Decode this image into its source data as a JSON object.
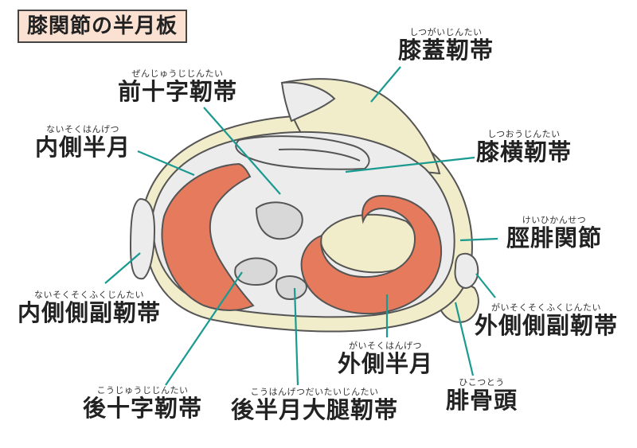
{
  "title": "膝関節の半月板",
  "colors": {
    "leader": "#1a9a90",
    "meniscus": "#e57a5c",
    "bone": "#f1ecc9",
    "cartilage": "#ececec",
    "outline": "#555555"
  },
  "labels": {
    "patellar_ligament": {
      "ruby": "しつがいじんたい",
      "text": "膝蓋靭帯"
    },
    "acl": {
      "ruby": "ぜんじゅうじじんたい",
      "text": "前十字靭帯"
    },
    "medial_meniscus": {
      "ruby": "ないそくはんげつ",
      "text": "内側半月"
    },
    "transverse_ligament": {
      "ruby": "しつおうじんたい",
      "text": "膝横靭帯"
    },
    "tibiofibular_joint": {
      "ruby": "けいひかんせつ",
      "text": "脛腓関節"
    },
    "mcl": {
      "ruby": "ないそくそくふくじんたい",
      "text": "内側側副靭帯"
    },
    "lcl": {
      "ruby": "がいそくそくふくじんたい",
      "text": "外側側副靭帯"
    },
    "lateral_meniscus": {
      "ruby": "がいそくはんげつ",
      "text": "外側半月"
    },
    "pcl": {
      "ruby": "こうじゅうじじんたい",
      "text": "後十字靭帯"
    },
    "posterior_meniscofemoral": {
      "ruby": "こうはんげつだいたいじんたい",
      "text": "後半月大腿靭帯"
    },
    "fibular_head": {
      "ruby": "ひこつとう",
      "text": "腓骨頭"
    }
  }
}
